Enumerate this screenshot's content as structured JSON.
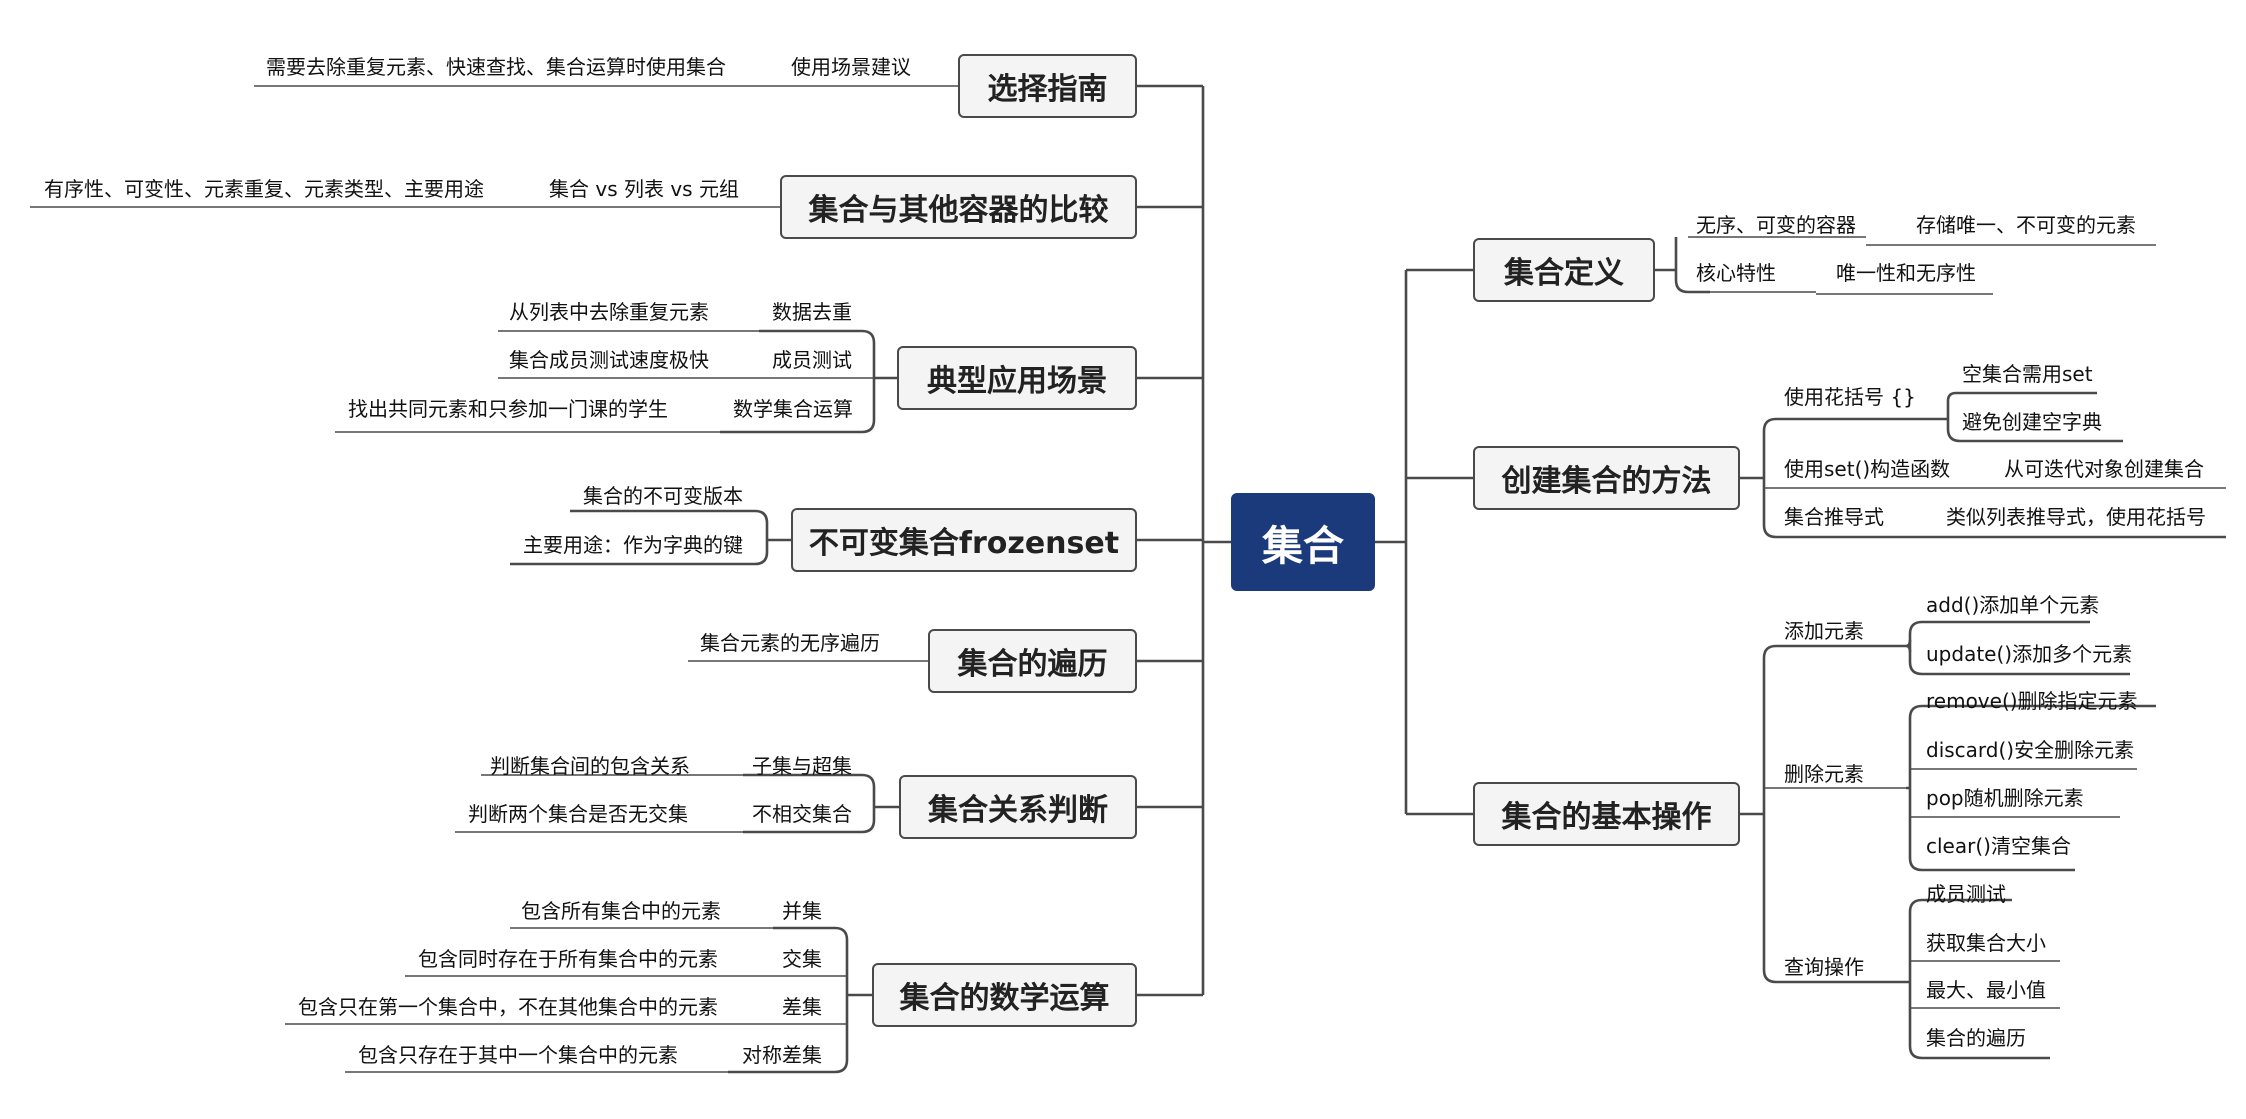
{
  "root": "集合",
  "right": [
    {
      "title": "集合定义",
      "items": [
        {
          "label": "无序、可变的容器",
          "leaf": "存储唯一、不可变的元素"
        },
        {
          "label": "核心特性",
          "leaf": "唯一性和无序性"
        }
      ]
    },
    {
      "title": "创建集合的方法",
      "items": [
        {
          "label": "使用花括号 {}",
          "leaves": [
            "空集合需用set",
            "避免创建空字典"
          ]
        },
        {
          "label": "使用set()构造函数",
          "leaf": "从可迭代对象创建集合"
        },
        {
          "label": "集合推导式",
          "leaf": "类似列表推导式，使用花括号"
        }
      ]
    },
    {
      "title": "集合的基本操作",
      "items": [
        {
          "label": "添加元素",
          "leaves": [
            "add()添加单个元素",
            "update()添加多个元素"
          ]
        },
        {
          "label": "删除元素",
          "leaves": [
            "remove()删除指定元素",
            "discard()安全删除元素",
            "pop随机删除元素",
            "clear()清空集合"
          ]
        },
        {
          "label": "查询操作",
          "leaves": [
            "成员测试",
            "获取集合大小",
            "最大、最小值",
            "集合的遍历"
          ]
        }
      ]
    }
  ],
  "left": [
    {
      "title": "选择指南",
      "items": [
        {
          "label": "使用场景建议",
          "leaf": "需要去除重复元素、快速查找、集合运算时使用集合"
        }
      ]
    },
    {
      "title": "集合与其他容器的比较",
      "items": [
        {
          "label": "集合 vs 列表 vs 元组",
          "leaf": "有序性、可变性、元素重复、元素类型、主要用途"
        }
      ]
    },
    {
      "title": "典型应用场景",
      "items": [
        {
          "label": "数据去重",
          "leaf": "从列表中去除重复元素"
        },
        {
          "label": "成员测试",
          "leaf": "集合成员测试速度极快"
        },
        {
          "label": "数学集合运算",
          "leaf": "找出共同元素和只参加一门课的学生"
        }
      ]
    },
    {
      "title": "不可变集合frozenset",
      "items": [
        {
          "label": "集合的不可变版本"
        },
        {
          "label": "主要用途：作为字典的键"
        }
      ]
    },
    {
      "title": "集合的遍历",
      "items": [
        {
          "label": "集合元素的无序遍历"
        }
      ]
    },
    {
      "title": "集合关系判断",
      "items": [
        {
          "label": "子集与超集",
          "leaf": "判断集合间的包含关系"
        },
        {
          "label": "不相交集合",
          "leaf": "判断两个集合是否无交集"
        }
      ]
    },
    {
      "title": "集合的数学运算",
      "items": [
        {
          "label": "并集",
          "leaf": "包含所有集合中的元素"
        },
        {
          "label": "交集",
          "leaf": "包含同时存在于所有集合中的元素"
        },
        {
          "label": "差集",
          "leaf": "包含只在第一个集合中，不在其他集合中的元素"
        },
        {
          "label": "对称差集",
          "leaf": "包含只存在于其中一个集合中的元素"
        }
      ]
    }
  ]
}
